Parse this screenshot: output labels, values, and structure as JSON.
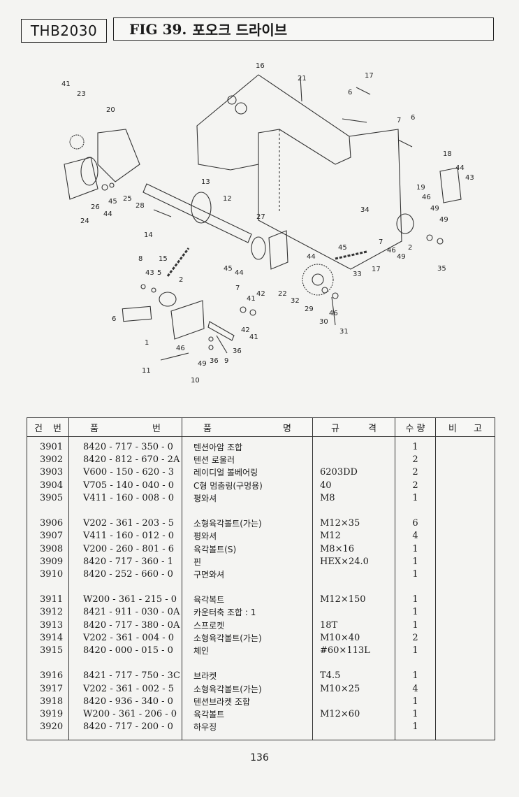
{
  "header": {
    "model": "THB2030",
    "fig_no": "FIG 39.",
    "fig_title": "포오크 드라이브"
  },
  "diagram": {
    "callouts": [
      "41",
      "23",
      "20",
      "16",
      "21",
      "17",
      "6",
      "7",
      "6",
      "18",
      "44",
      "43",
      "19",
      "46",
      "49",
      "34",
      "49",
      "2",
      "35",
      "13",
      "12",
      "27",
      "45",
      "44",
      "17",
      "33",
      "26",
      "45",
      "25",
      "28",
      "24",
      "44",
      "14",
      "15",
      "8",
      "43",
      "5",
      "2",
      "45",
      "44",
      "7",
      "41",
      "42",
      "22",
      "32",
      "29",
      "30",
      "46",
      "31",
      "6",
      "1",
      "46",
      "49",
      "36",
      "9",
      "36",
      "42",
      "41",
      "11",
      "10",
      "7",
      "46",
      "49"
    ]
  },
  "table": {
    "headers": {
      "no": [
        "건",
        "번"
      ],
      "part": [
        "품",
        "번"
      ],
      "name": [
        "품",
        "명"
      ],
      "spec": [
        "규",
        "격"
      ],
      "qty": "수 량",
      "remark": [
        "비",
        "고"
      ]
    },
    "groups": [
      [
        {
          "no": "3901",
          "part": "8420 - 717 - 350 - 0",
          "name": "텐션아암 조합",
          "spec": "",
          "qty": "1"
        },
        {
          "no": "3902",
          "part": "8420 - 812 - 670 - 2A",
          "name": "텐션 로울러",
          "spec": "",
          "qty": "2"
        },
        {
          "no": "3903",
          "part": "V600 - 150 - 620 - 3",
          "name": "레이디얼 볼베어링",
          "spec": "6203DD",
          "qty": "2"
        },
        {
          "no": "3904",
          "part": "V705 - 140 - 040 - 0",
          "name": "C형 멈춤링(구멍용)",
          "spec": "40",
          "qty": "2"
        },
        {
          "no": "3905",
          "part": "V411 - 160 - 008 - 0",
          "name": "평와셔",
          "spec": "M8",
          "qty": "1"
        }
      ],
      [
        {
          "no": "3906",
          "part": "V202 - 361 - 203 - 5",
          "name": "소형육각볼트(가는)",
          "spec": "M12×35",
          "qty": "6"
        },
        {
          "no": "3907",
          "part": "V411 - 160 - 012 - 0",
          "name": "평와셔",
          "spec": "M12",
          "qty": "4"
        },
        {
          "no": "3908",
          "part": "V200 - 260 - 801 - 6",
          "name": "육각볼트(S)",
          "spec": "M8×16",
          "qty": "1"
        },
        {
          "no": "3909",
          "part": "8420 - 717 - 360 - 1",
          "name": "핀",
          "spec": "HEX×24.0",
          "qty": "1"
        },
        {
          "no": "3910",
          "part": "8420 - 252 - 660 - 0",
          "name": "구면와셔",
          "spec": "",
          "qty": "1"
        }
      ],
      [
        {
          "no": "3911",
          "part": "W200 - 361 - 215 - 0",
          "name": "육각복트",
          "spec": "M12×150",
          "qty": "1"
        },
        {
          "no": "3912",
          "part": "8421 - 911 - 030 - 0A",
          "name": "카운터축 조합 : 1",
          "spec": "",
          "qty": "1"
        },
        {
          "no": "3913",
          "part": "8420 - 717 - 380 - 0A",
          "name": "스프로켓",
          "spec": "18T",
          "qty": "1"
        },
        {
          "no": "3914",
          "part": "V202 - 361 - 004 - 0",
          "name": "소형육각볼트(가는)",
          "spec": "M10×40",
          "qty": "2"
        },
        {
          "no": "3915",
          "part": "8420 - 000 - 015 - 0",
          "name": "체인",
          "spec": "#60×113L",
          "qty": "1"
        }
      ],
      [
        {
          "no": "3916",
          "part": "8421 - 717 - 750 - 3C",
          "name": "브라켓",
          "spec": "T4.5",
          "qty": "1"
        },
        {
          "no": "3917",
          "part": "V202 - 361 - 002 - 5",
          "name": "소형육각볼트(가는)",
          "spec": "M10×25",
          "qty": "4"
        },
        {
          "no": "3918",
          "part": "8420 - 936 - 340 - 0",
          "name": "텐션브라켓 조합",
          "spec": "",
          "qty": "1"
        },
        {
          "no": "3919",
          "part": "W200 - 361 - 206 - 0",
          "name": "육각볼트",
          "spec": "M12×60",
          "qty": "1"
        },
        {
          "no": "3920",
          "part": "8420 - 717 - 200 - 0",
          "name": "하우징",
          "spec": "",
          "qty": "1"
        }
      ]
    ]
  },
  "page_number": "136"
}
